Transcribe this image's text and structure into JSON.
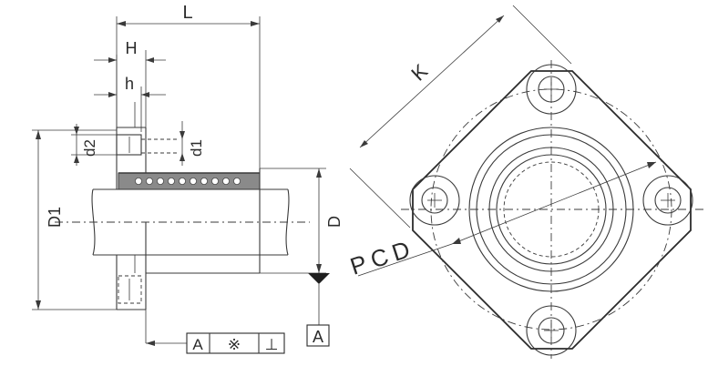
{
  "labels": {
    "L": "L",
    "H": "H",
    "h": "h",
    "d2": "d2",
    "d1": "d1",
    "D1": "D1",
    "D": "D",
    "datum": "A",
    "K": "K",
    "pcd": "PCD"
  },
  "tolerance_frame": {
    "datum": "A",
    "symbol": "※",
    "perpendicularity": "⊥"
  },
  "colors": {
    "line": "#3a3a3a",
    "background": "#ffffff"
  }
}
